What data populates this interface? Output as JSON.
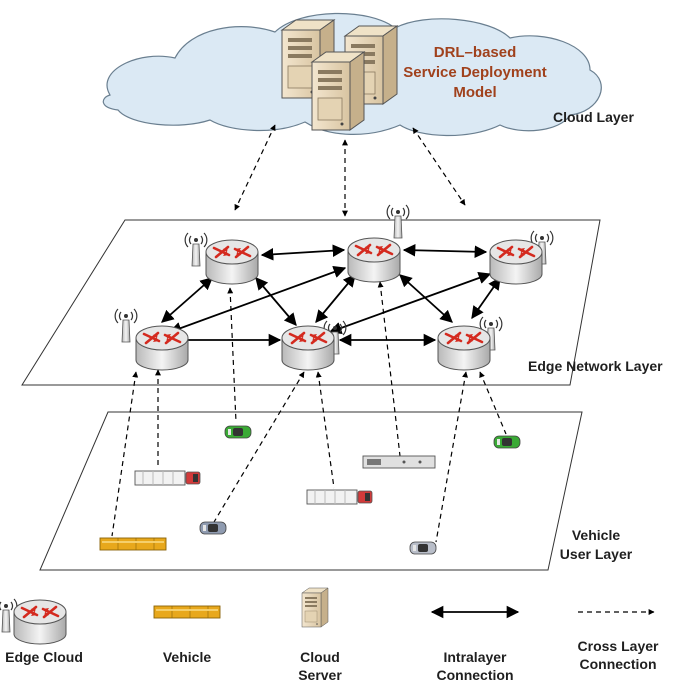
{
  "cloud": {
    "model_line1": "DRL–based",
    "model_line2": "Service Deployment",
    "model_line3": "Model"
  },
  "layers": {
    "cloud": "Cloud Layer",
    "edge": "Edge Network Layer",
    "vehicle_line1": "Vehicle",
    "vehicle_line2": "User Layer"
  },
  "legend": {
    "edge_cloud": "Edge Cloud",
    "vehicle": "Vehicle",
    "cloud_server_line1": "Cloud",
    "cloud_server_line2": "Server",
    "intra_line1": "Intralayer",
    "intra_line2": "Connection",
    "cross_line1": "Cross Layer",
    "cross_line2": "Connection"
  },
  "colors": {
    "cloud_fill": "#dbe9f4",
    "model_text": "#a0411c",
    "router_arrow": "#d42a1f",
    "bus": "#e8a81c",
    "car_green": "#3aaa35"
  },
  "icons": {
    "router": "router-icon",
    "server": "server-icon",
    "antenna": "antenna-icon",
    "vehicle": "vehicle-icon"
  }
}
